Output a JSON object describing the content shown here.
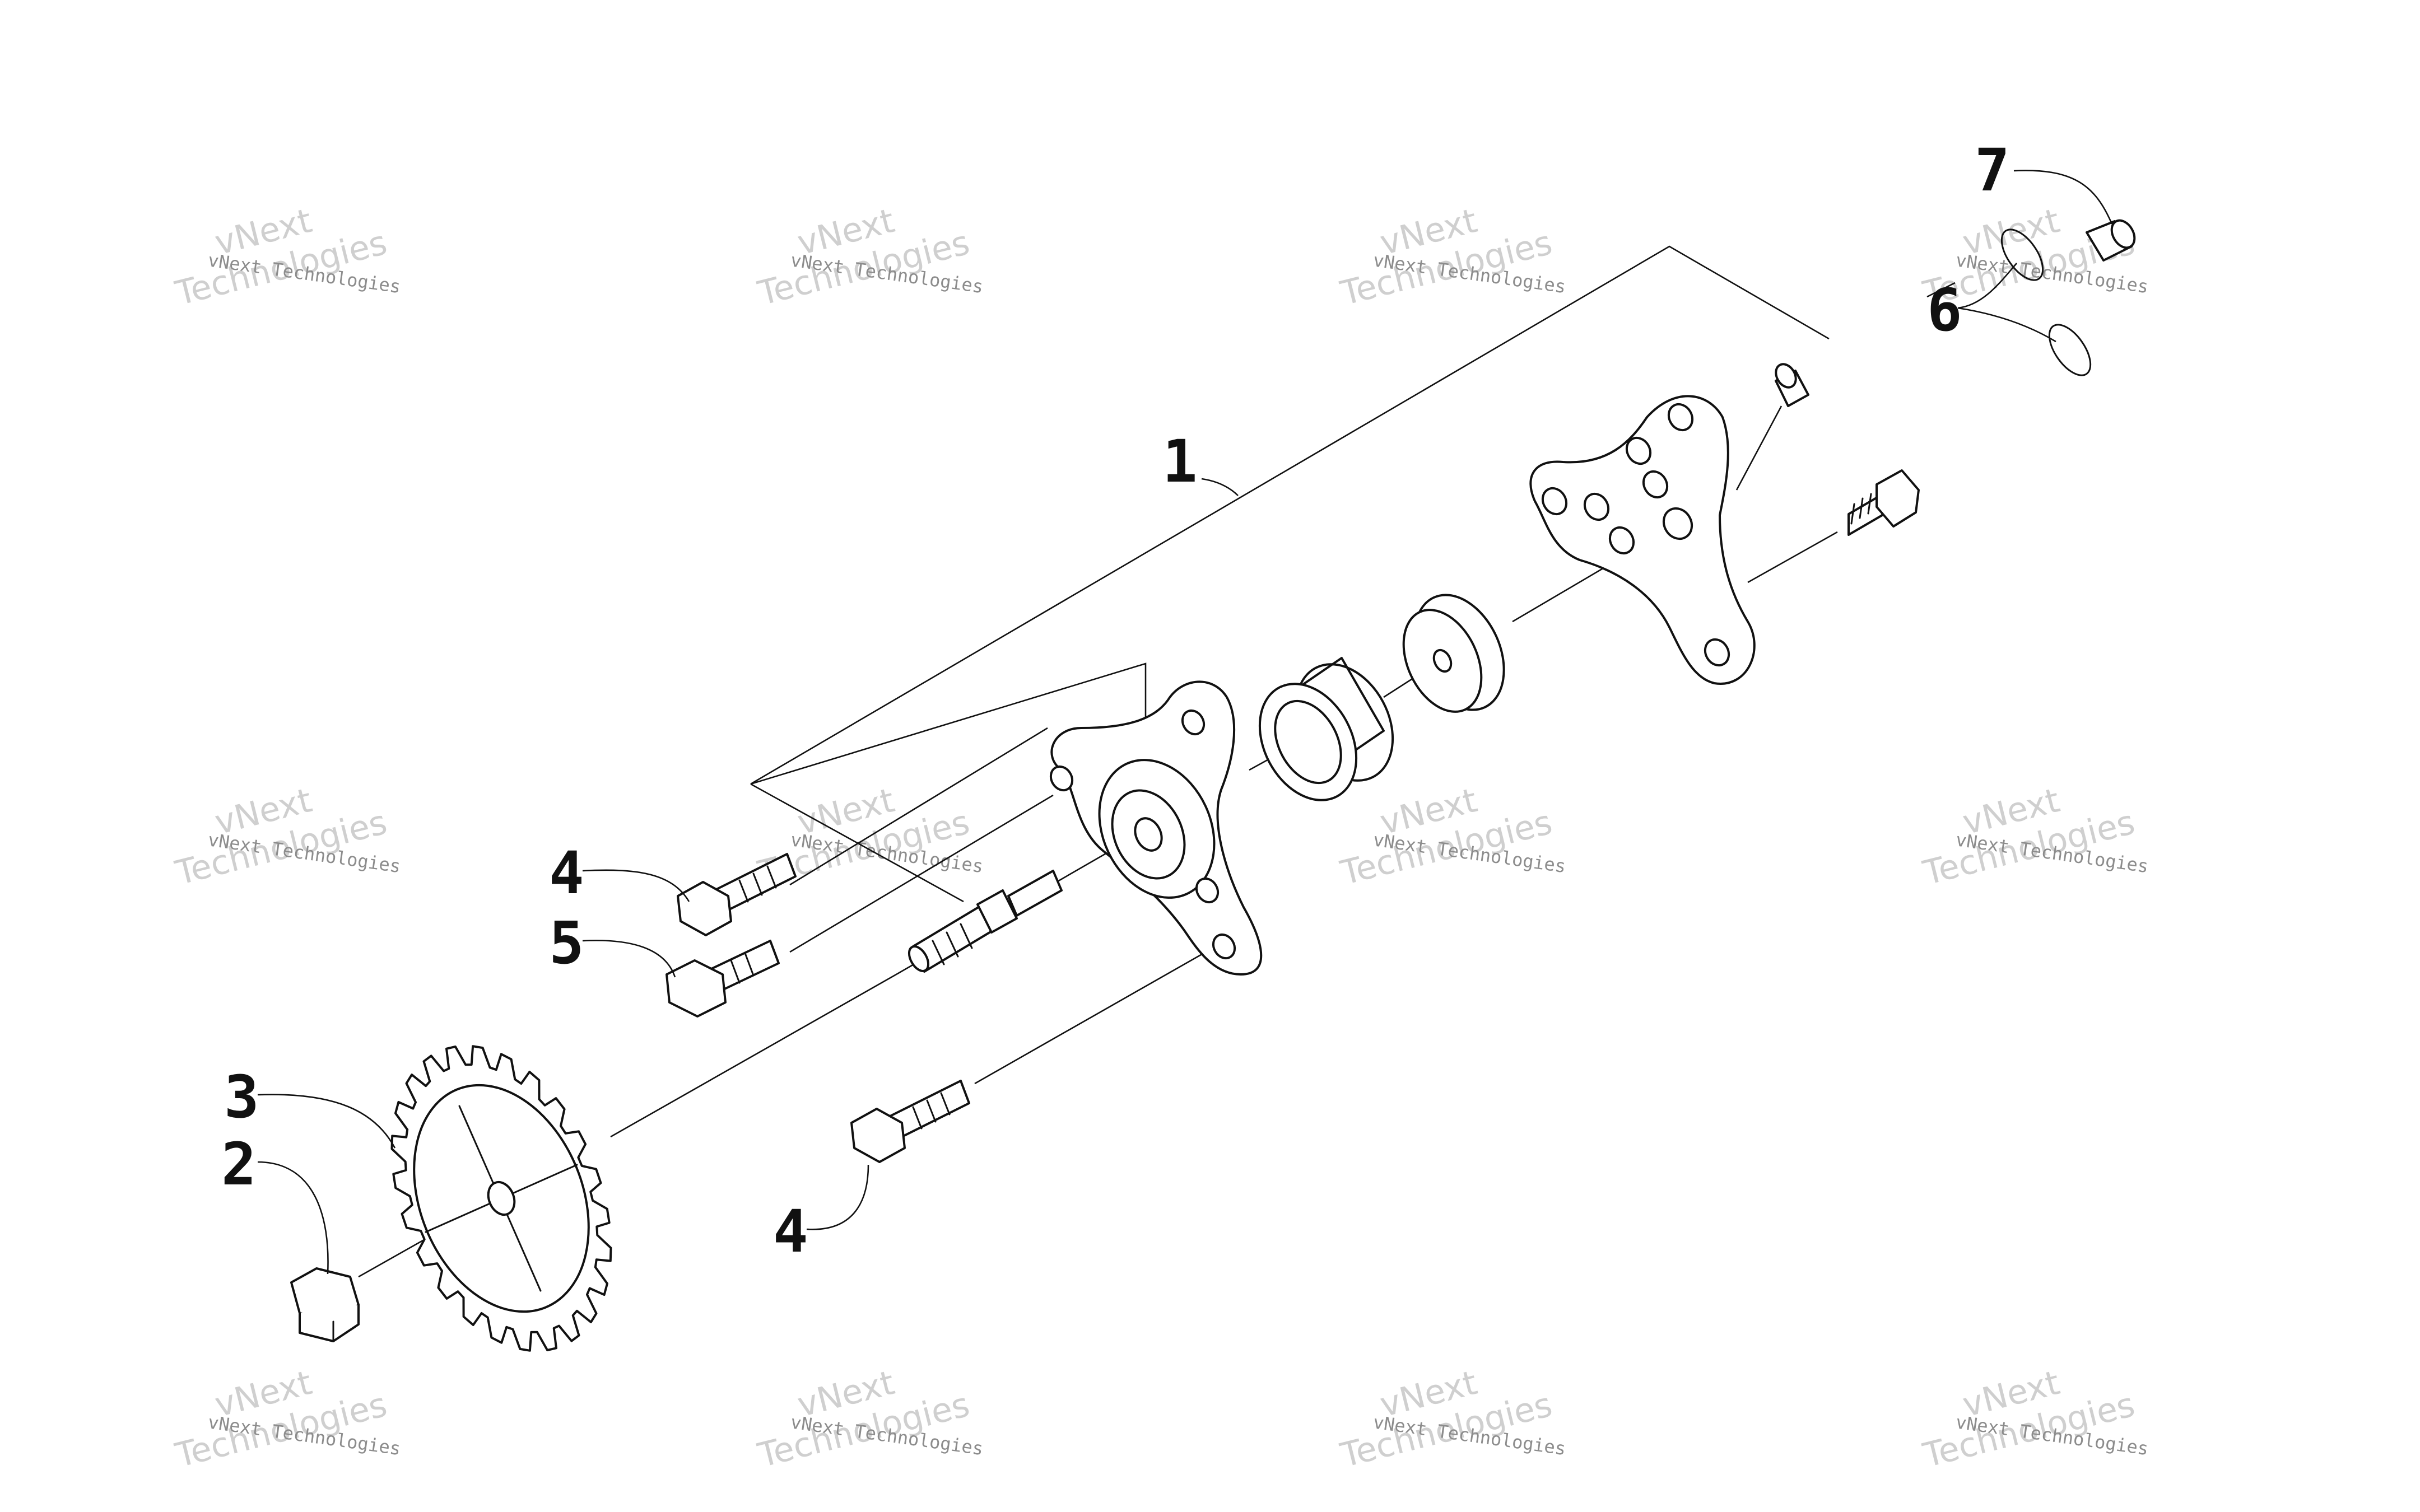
{
  "callouts": {
    "c1": "1",
    "c2": "2",
    "c3": "3",
    "c4a": "4",
    "c4b": "4",
    "c5": "5",
    "c6": "6",
    "c7": "7"
  },
  "watermark": {
    "company": "vNext Technologies",
    "word1": "vNext",
    "word2": "Technologies"
  },
  "colors": {
    "ink": "#111111",
    "watermark": "#8c8c8c"
  }
}
